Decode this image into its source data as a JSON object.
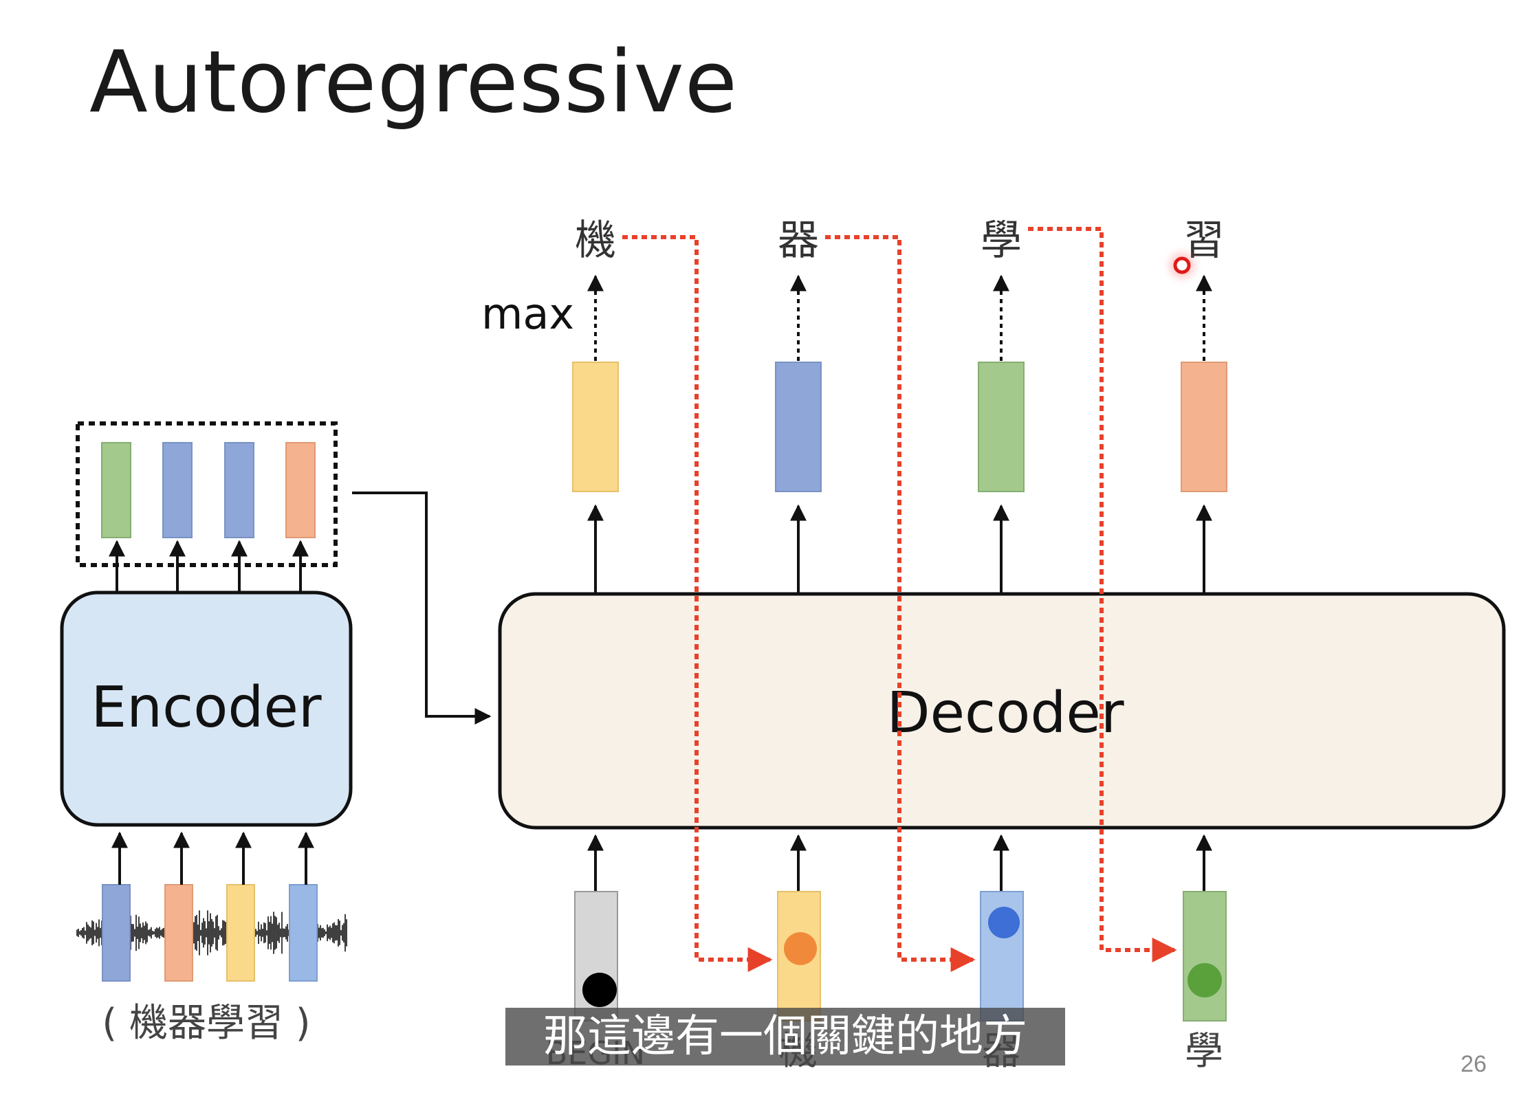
{
  "slide": {
    "title": "Autoregressive",
    "page_number": "26",
    "subtitle_caption": "那這邊有一個關鍵的地方"
  },
  "encoder": {
    "label": "Encoder",
    "input_caption": "( 機器學習 )",
    "fill_color": "#d6e6f5",
    "input_vector_colors": [
      "#8ea6d8",
      "#f5b28e",
      "#fbd98a",
      "#9ab8e6"
    ],
    "output_vector_colors": [
      "#a3c98d",
      "#8ea6d8",
      "#8ea6d8",
      "#f5b28e"
    ]
  },
  "decoder": {
    "label": "Decoder",
    "fill_color": "#f7f1e8",
    "max_label": "max",
    "output_tokens": [
      "機",
      "器",
      "學",
      "習"
    ],
    "output_vector_colors": [
      "#fbd98a",
      "#8ea6d8",
      "#a3c98d",
      "#f5b28e"
    ],
    "input_tokens": [
      "BEGIN",
      "機",
      "器",
      "學"
    ],
    "input_vector_colors": [
      "#d6d6d6",
      "#fbd98a",
      "#a9c4ea",
      "#a3c98d"
    ],
    "input_dot_colors": [
      "#000000",
      "#f08a3a",
      "#3d6fd6",
      "#5aa13c"
    ]
  },
  "colors": {
    "feedback_arrow": "#e8412a",
    "cursor_marker": "#e01a1a",
    "stroke": "#111111"
  }
}
